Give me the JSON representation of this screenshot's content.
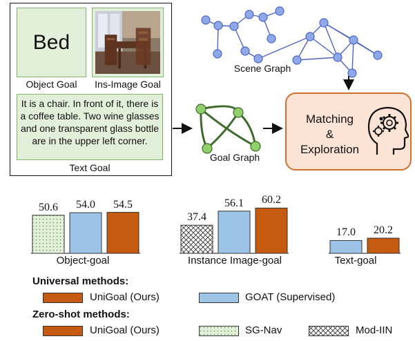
{
  "goals": {
    "object_goal_word": "Bed",
    "object_goal_label": "Object Goal",
    "image_goal_label": "Ins-Image Goal",
    "text_goal_text": "It is a chair. In front of it, there is a coffee table. Two wine glasses and one transparent glass bottle are in the upper left corner.",
    "text_goal_label": "Text Goal"
  },
  "scene_graph_label": "Scene Graph",
  "goal_graph_label": "Goal Graph",
  "matching_text": [
    "Matching",
    "&",
    "Exploration"
  ],
  "chart_data": {
    "type": "bar",
    "groups": [
      {
        "name": "Object-goal",
        "bars": [
          {
            "method": "SG-Nav",
            "value": 50.6,
            "label": "50.6"
          },
          {
            "method": "GOAT (Supervised)",
            "value": 54.0,
            "label": "54.0"
          },
          {
            "method": "UniGoal (Ours)",
            "value": 54.5,
            "label": "54.5"
          }
        ]
      },
      {
        "name": "Instance Image-goal",
        "bars": [
          {
            "method": "Mod-IIN",
            "value": 37.4,
            "label": "37.4"
          },
          {
            "method": "GOAT (Supervised)",
            "value": 56.1,
            "label": "56.1"
          },
          {
            "method": "UniGoal (Ours)",
            "value": 60.2,
            "label": "60.2"
          }
        ]
      },
      {
        "name": "Text-goal",
        "bars": [
          {
            "method": "GOAT (Supervised)",
            "value": 17.0,
            "label": "17.0"
          },
          {
            "method": "UniGoal (Ours)",
            "value": 20.2,
            "label": "20.2"
          }
        ]
      }
    ]
  },
  "legend": {
    "universal_title": "Universal methods:",
    "universal_items": [
      "UniGoal (Ours)",
      "GOAT (Supervised)"
    ],
    "zeroshot_title": "Zero-shot methods:",
    "zeroshot_items": [
      "UniGoal (Ours)",
      "SG-Nav",
      "Mod-IIN"
    ]
  },
  "colors": {
    "unigoal": "#c55a11",
    "goat": "#9dc3e6",
    "sgnav": "#e2efd9",
    "modiin": "#d9d9d9",
    "graph_node": "#8fa9e8",
    "goal_node": "#8fd06a"
  }
}
